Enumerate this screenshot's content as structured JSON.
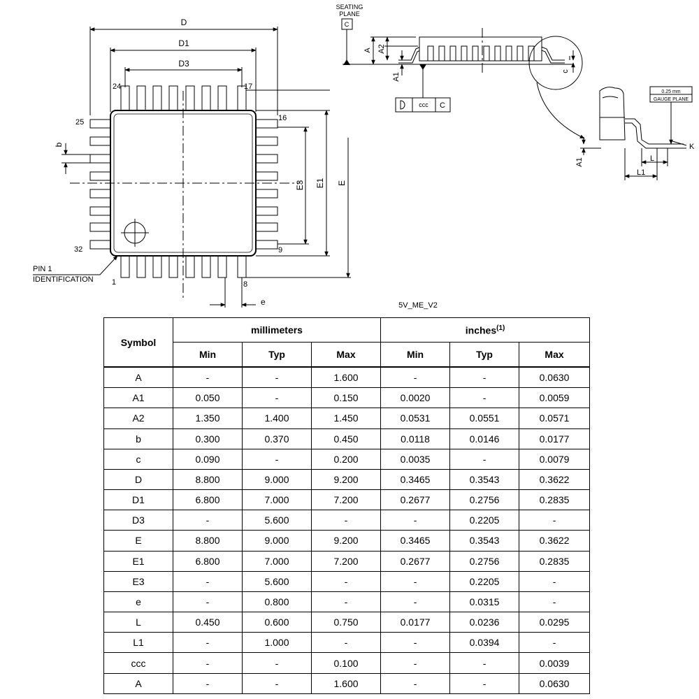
{
  "drawing": {
    "top_view": {
      "dimension_labels": [
        "D",
        "D1",
        "D3",
        "E3",
        "E1",
        "E",
        "b",
        "e"
      ],
      "pin_numbers": [
        "1",
        "8",
        "9",
        "16",
        "17",
        "24",
        "25",
        "32"
      ],
      "pin1_label_line1": "PIN 1",
      "pin1_label_line2": "IDENTIFICATION"
    },
    "side_view": {
      "seating_plane_line1": "SEATING",
      "seating_plane_line2": "PLANE",
      "datum": "C",
      "dimension_labels": [
        "A",
        "A2",
        "A1",
        "c"
      ],
      "tolerance_frame": {
        "value": "ccc",
        "datum": "C"
      }
    },
    "detail_view": {
      "gauge_value": "0.25 mm",
      "gauge_label": "GAUGE PLANE",
      "dimension_labels": [
        "A1",
        "L",
        "L1",
        "K"
      ]
    },
    "drawing_ref": "5V_ME_V2"
  },
  "table": {
    "symbol_header": "Symbol",
    "mm_header": "millimeters",
    "in_header": "inches",
    "in_note": "(1)",
    "sub_headers": [
      "Min",
      "Typ",
      "Max",
      "Min",
      "Typ",
      "Max"
    ],
    "rows": [
      [
        "A",
        "-",
        "-",
        "1.600",
        "-",
        "-",
        "0.0630"
      ],
      [
        "A1",
        "0.050",
        "-",
        "0.150",
        "0.0020",
        "-",
        "0.0059"
      ],
      [
        "A2",
        "1.350",
        "1.400",
        "1.450",
        "0.0531",
        "0.0551",
        "0.0571"
      ],
      [
        "b",
        "0.300",
        "0.370",
        "0.450",
        "0.0118",
        "0.0146",
        "0.0177"
      ],
      [
        "c",
        "0.090",
        "-",
        "0.200",
        "0.0035",
        "-",
        "0.0079"
      ],
      [
        "D",
        "8.800",
        "9.000",
        "9.200",
        "0.3465",
        "0.3543",
        "0.3622"
      ],
      [
        "D1",
        "6.800",
        "7.000",
        "7.200",
        "0.2677",
        "0.2756",
        "0.2835"
      ],
      [
        "D3",
        "-",
        "5.600",
        "-",
        "-",
        "0.2205",
        "-"
      ],
      [
        "E",
        "8.800",
        "9.000",
        "9.200",
        "0.3465",
        "0.3543",
        "0.3622"
      ],
      [
        "E1",
        "6.800",
        "7.000",
        "7.200",
        "0.2677",
        "0.2756",
        "0.2835"
      ],
      [
        "E3",
        "-",
        "5.600",
        "-",
        "-",
        "0.2205",
        "-"
      ],
      [
        "e",
        "-",
        "0.800",
        "-",
        "-",
        "0.0315",
        "-"
      ],
      [
        "L",
        "0.450",
        "0.600",
        "0.750",
        "0.0177",
        "0.0236",
        "0.0295"
      ],
      [
        "L1",
        "-",
        "1.000",
        "-",
        "-",
        "0.0394",
        "-"
      ],
      [
        "ccc",
        "-",
        "-",
        "0.100",
        "-",
        "-",
        "0.0039"
      ],
      [
        "A",
        "-",
        "-",
        "1.600",
        "-",
        "-",
        "0.0630"
      ]
    ]
  }
}
